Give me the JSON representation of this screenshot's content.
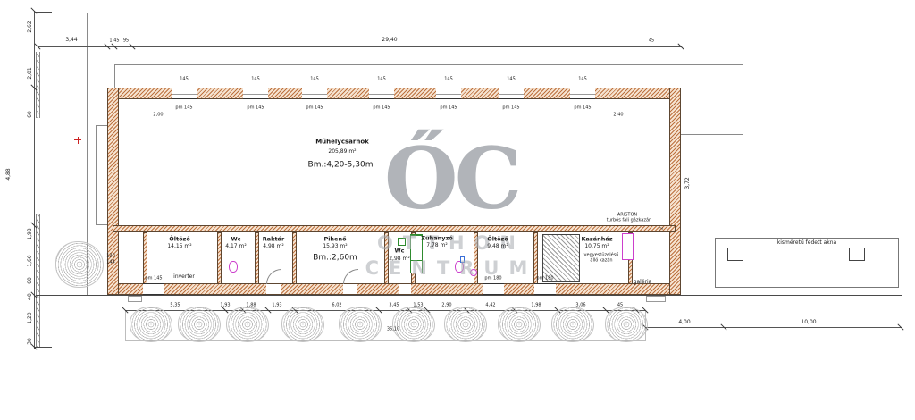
{
  "watermark": {
    "logo": "ŐC",
    "line1": "OTTHON",
    "line2": "CENTRUM"
  },
  "hall": {
    "name": "Műhelycsarnok",
    "area": "205,89 m²",
    "height": "Bm.:4,20-5,30m"
  },
  "rooms": [
    {
      "name": "Öltöző",
      "area": "14,15 m²"
    },
    {
      "name": "Wc",
      "area": "4,17 m²"
    },
    {
      "name": "Raktár",
      "area": "4,98 m²"
    },
    {
      "name": "Pihenő",
      "area": "15,93 m²",
      "height": "Bm.:2,60m"
    },
    {
      "name": "Wc",
      "area": "2,98 m²"
    },
    {
      "name": "Zuhanyzó",
      "area": "7,78 m²"
    },
    {
      "name": "Öltöző",
      "area": "9,48 m²"
    },
    {
      "name": "Kazánház",
      "area": "10,75 m²"
    }
  ],
  "annotations": {
    "ariston1": "ARISTON",
    "ariston2": "turbós fali gázkazán",
    "boiler1": "vegyestüzelésű",
    "boiler2": "álló kazán",
    "inverter": "inverter",
    "galeria": "galéria",
    "akna": "kisméretű fedett akna"
  },
  "dims": {
    "top": [
      "3,44",
      "29,40"
    ],
    "top_small": [
      "1,45",
      "95",
      "45"
    ],
    "left": [
      "2,62",
      "2,01",
      "60",
      "1,98",
      "1,60",
      "60",
      "40",
      "1,20",
      "30"
    ],
    "left_overall": "4,88",
    "right": [
      "3,72",
      "72"
    ],
    "win_top": [
      "145",
      "145",
      "145",
      "145",
      "145",
      "145",
      "145"
    ],
    "pm_top": [
      "pm 145",
      "pm 145",
      "pm 145",
      "pm 145",
      "pm 145",
      "pm 145",
      "pm 145"
    ],
    "inner": [
      "2,00",
      "2,40"
    ],
    "pm_bottom": [
      "pm 145",
      "pm 180",
      "pm 180"
    ],
    "bottom": [
      "5,35",
      "1,93",
      "1,88",
      "1,93",
      "6,02",
      "3,45",
      "1,53",
      "2,90",
      "4,42",
      "1,98",
      "3,06",
      "45"
    ],
    "bottom_overall": "36,10",
    "bottom_right": [
      "4,00",
      "10,00"
    ],
    "left_small": [
      "130",
      "144"
    ]
  }
}
